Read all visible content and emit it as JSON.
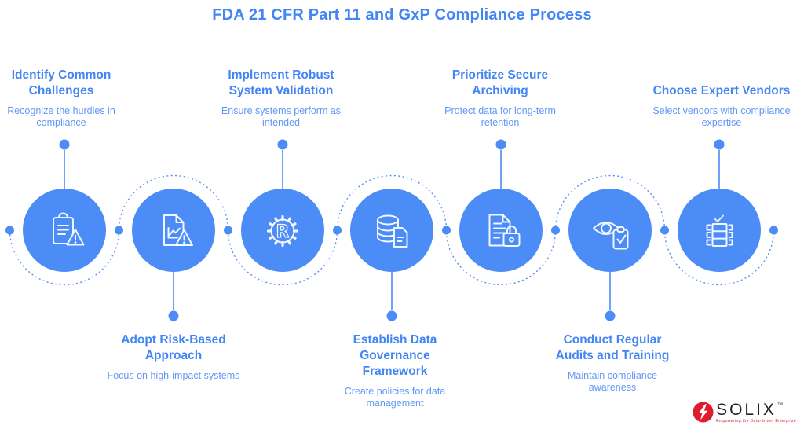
{
  "title": "FDA 21 CFR Part 11 and GxP Compliance Process",
  "steps": [
    {
      "id": 1,
      "placement": "top",
      "icon": "clipboard-warning-icon",
      "title": "Identify Common\nChallenges",
      "description": "Recognize the hurdles in\ncompliance"
    },
    {
      "id": 2,
      "placement": "bottom",
      "icon": "document-chart-warning-icon",
      "title": "Adopt Risk-Based\nApproach",
      "description": "Focus on high-impact systems"
    },
    {
      "id": 3,
      "placement": "top",
      "icon": "gear-r-icon",
      "title": "Implement Robust\nSystem Validation",
      "description": "Ensure systems perform as\nintended"
    },
    {
      "id": 4,
      "placement": "bottom",
      "icon": "database-document-icon",
      "title": "Establish Data\nGovernance\nFramework",
      "description": "Create policies for data\nmanagement"
    },
    {
      "id": 5,
      "placement": "top",
      "icon": "document-lock-icon",
      "title": "Prioritize Secure\nArchiving",
      "description": "Protect data for long-term\nretention"
    },
    {
      "id": 6,
      "placement": "bottom",
      "icon": "eye-checklist-icon",
      "title": "Conduct Regular\nAudits and Training",
      "description": "Maintain compliance\nawareness"
    },
    {
      "id": 7,
      "placement": "top",
      "icon": "server-check-icon",
      "title": "Choose Expert Vendors",
      "description": "Select vendors with compliance\nexpertise"
    }
  ],
  "logo": {
    "brand": "SOLIX",
    "trademark": "™",
    "tagline": "Empowering the Data-driven Enterprise"
  },
  "colors": {
    "title": "#4285f4",
    "heading": "#4285f4",
    "description": "#6198f6",
    "circle_fill": "#4c8cf6",
    "connector": "#5b8ff2",
    "background": "#ffffff",
    "logo_red": "#e11b2e",
    "logo_text": "#232323"
  }
}
